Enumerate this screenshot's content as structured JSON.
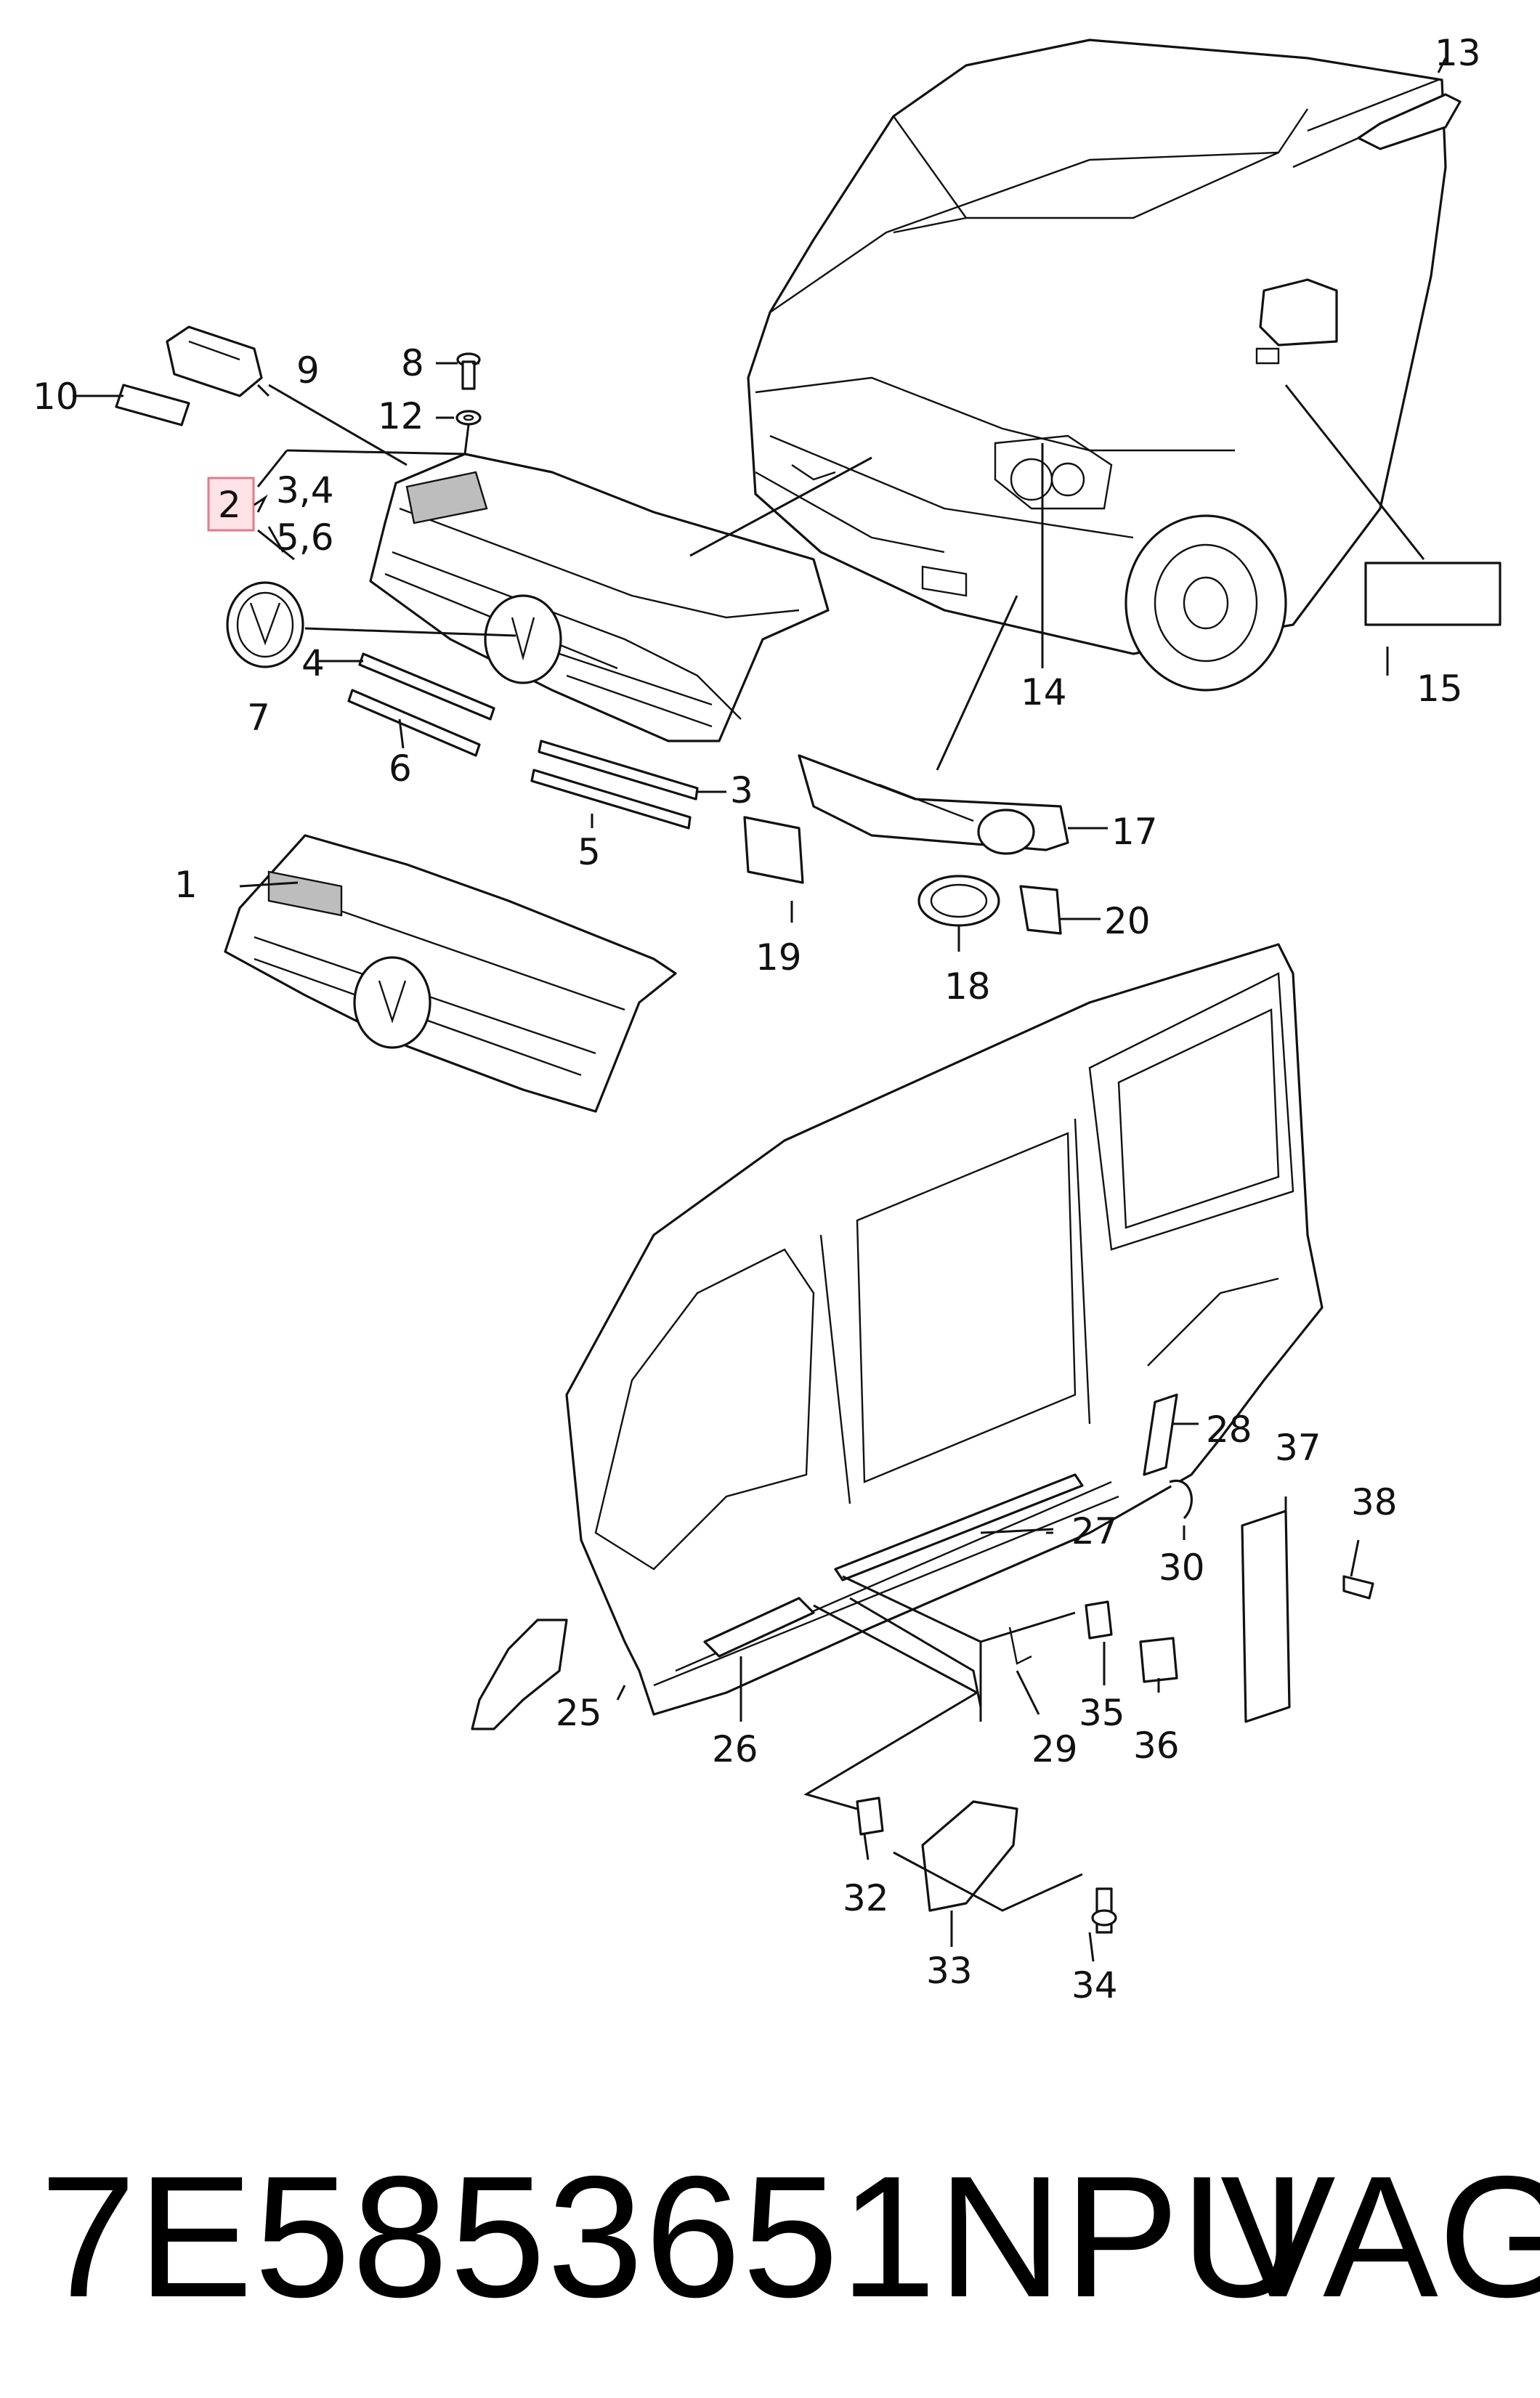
{
  "callouts": {
    "c1": "1",
    "c2": "2",
    "c3": "3",
    "c34": "3,4",
    "c4": "4",
    "c5": "5",
    "c56": "5,6",
    "c6": "6",
    "c7": "7",
    "c8": "8",
    "c9": "9",
    "c10": "10",
    "c12": "12",
    "c13": "13",
    "c14": "14",
    "c15": "15",
    "c17": "17",
    "c18": "18",
    "c19": "19",
    "c20": "20",
    "c25": "25",
    "c26": "26",
    "c27": "27",
    "c28": "28",
    "c29": "29",
    "c30": "30",
    "c32": "32",
    "c33": "33",
    "c34n": "34",
    "c35": "35",
    "c36": "36",
    "c37": "37",
    "c38": "38"
  },
  "footer": {
    "part_number": "7E5853651NPU",
    "brand": "VAG"
  },
  "colors": {
    "line": "#111111",
    "highlight_fill": "#fde3e6",
    "highlight_stroke": "#e57a8b"
  }
}
